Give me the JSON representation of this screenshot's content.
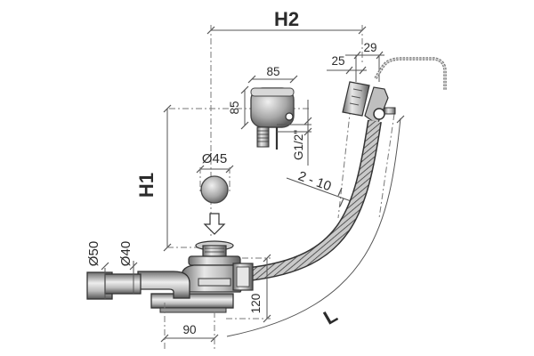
{
  "labels": {
    "h2": "H2",
    "h1": "H1",
    "l": "L",
    "w85": "85",
    "h85": "85",
    "w29": "29",
    "w25": "25",
    "thread": "G1/2\"",
    "d45": "Ø45",
    "range": "2 - 10",
    "d50": "Ø50",
    "d40": "Ø40",
    "h120": "120",
    "w90": "90"
  }
}
